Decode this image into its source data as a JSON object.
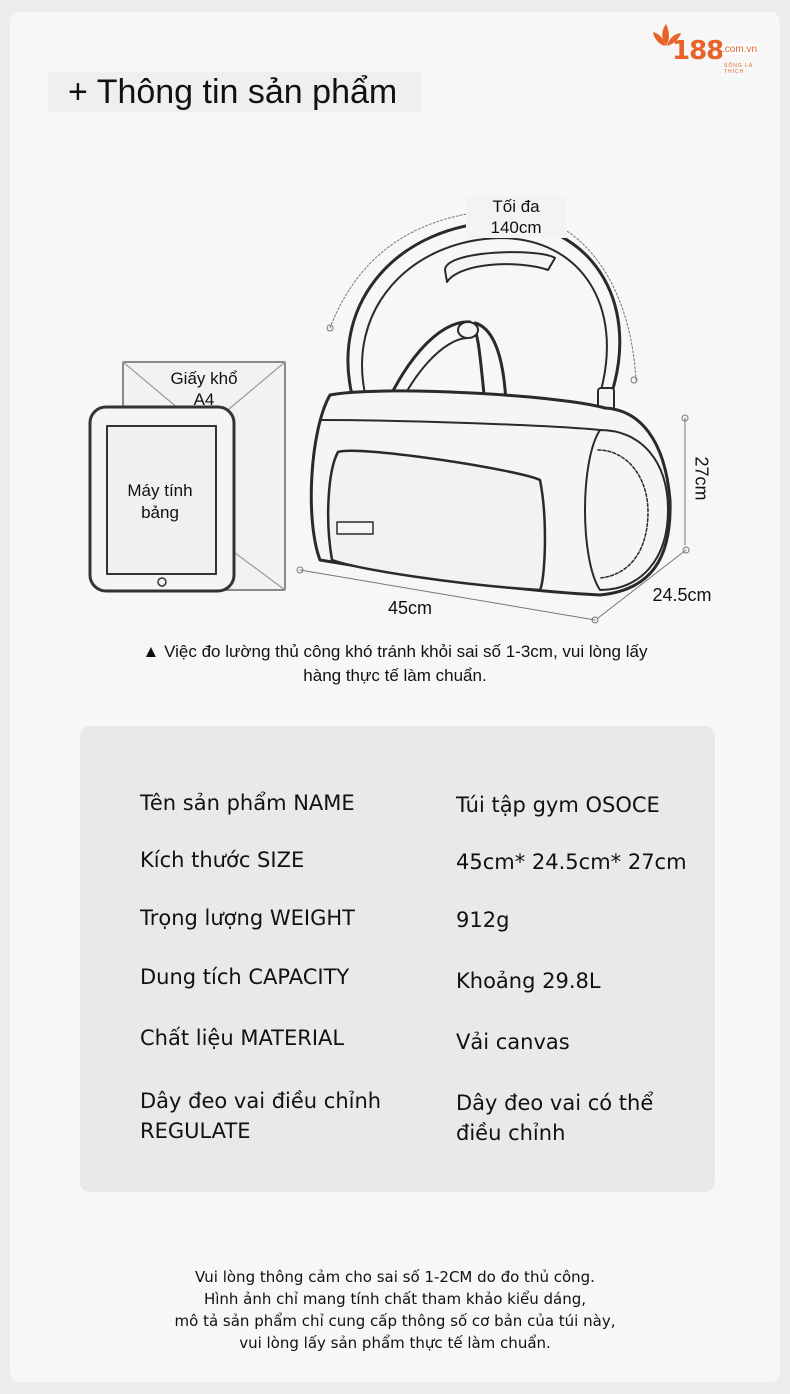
{
  "brand": {
    "logo_number": "188",
    "logo_domain": ".com.vn",
    "logo_slogan": "SỐNG LÀ THÍCH",
    "accent_color": "#e8632a"
  },
  "header": {
    "title": "+ Thông tin sản phẩm"
  },
  "diagram": {
    "strap_label_line1": "Tối đa",
    "strap_label_line2": "140cm",
    "paper_label_line1": "Giấy khổ",
    "paper_label_line2": "A4",
    "tablet_label_line1": "Máy tính",
    "tablet_label_line2": "bảng",
    "height_label": "27cm",
    "length_label": "45cm",
    "depth_label": "24.5cm",
    "note_line1": "▲ Việc đo lường thủ công khó tránh khỏi sai số 1-3cm, vui lòng lấy",
    "note_line2": "hàng thực tế làm chuẩn."
  },
  "specs": [
    {
      "key": "Tên sản phẩm NAME",
      "key2": "",
      "value": "Túi tập gym OSOCE",
      "value2": ""
    },
    {
      "key": "Kích thước SIZE",
      "key2": "",
      "value": "45cm* 24.5cm* 27cm",
      "value2": ""
    },
    {
      "key": "Trọng lượng WEIGHT",
      "key2": "",
      "value": "912g",
      "value2": ""
    },
    {
      "key": "Dung tích CAPACITY",
      "key2": "",
      "value": "Khoảng 29.8L",
      "value2": ""
    },
    {
      "key": "Chất liệu MATERIAL",
      "key2": "",
      "value": "Vải canvas",
      "value2": ""
    },
    {
      "key": "Dây đeo vai điều chỉnh",
      "key2": "REGULATE",
      "value": "Dây đeo vai có thể",
      "value2": "điều chỉnh"
    }
  ],
  "footer": {
    "line1": "Vui lòng thông cảm cho sai số 1-2CM do đo thủ công.",
    "line2": "Hình ảnh chỉ mang tính chất tham khảo kiểu dáng,",
    "line3": "mô tả sản phẩm chỉ cung cấp thông số cơ bản của túi này,",
    "line4": "vui lòng lấy sản phẩm thực tế làm chuẩn."
  }
}
